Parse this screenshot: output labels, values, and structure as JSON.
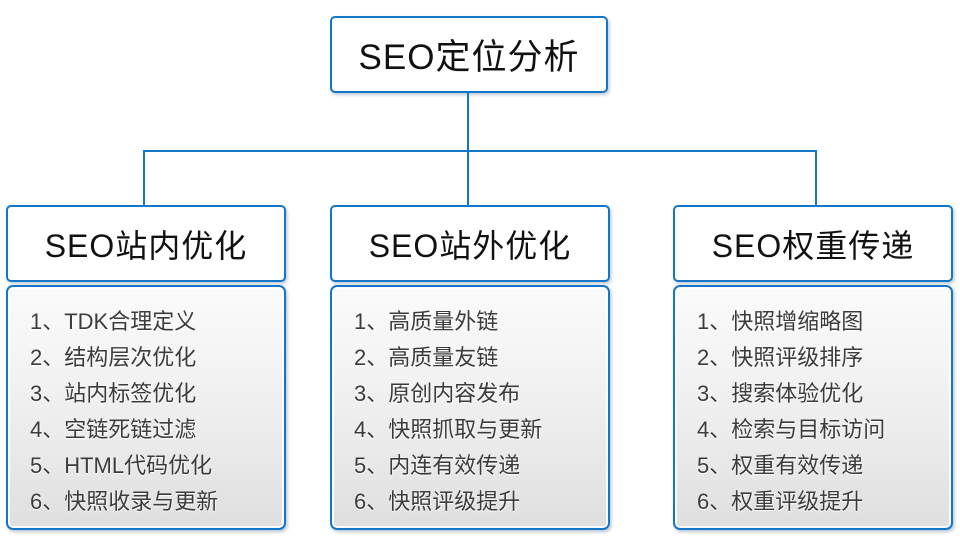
{
  "diagram": {
    "root": {
      "label": "SEO定位分析"
    },
    "columns": [
      {
        "header": "SEO站内优化",
        "items": [
          "1、TDK合理定义",
          "2、结构层次优化",
          "3、站内标签优化",
          "4、空链死链过滤",
          "5、HTML代码优化",
          "6、快照收录与更新"
        ]
      },
      {
        "header": "SEO站外优化",
        "items": [
          "1、高质量外链",
          "2、高质量友链",
          "3、原创内容发布",
          "4、快照抓取与更新",
          "5、内连有效传递",
          "6、快照评级提升"
        ]
      },
      {
        "header": "SEO权重传递",
        "items": [
          "1、快照增缩略图",
          "2、快照评级排序",
          "3、搜索体验优化",
          "4、检索与目标访问",
          "5、权重有效传递",
          "6、权重评级提升"
        ]
      }
    ],
    "colors": {
      "line_blue": "#1377c8",
      "list_text": "#3c3c3c",
      "list_fill_top": "#fbfbfb",
      "list_fill_bottom": "#dfdfdf"
    }
  }
}
